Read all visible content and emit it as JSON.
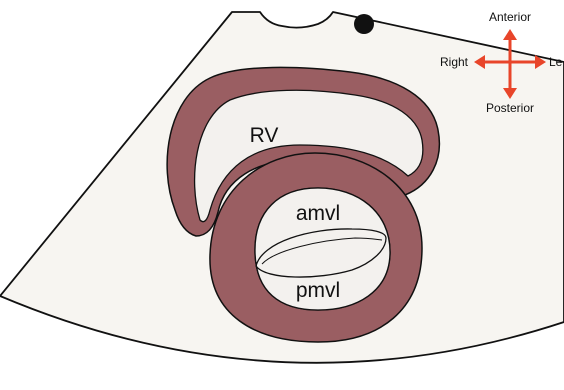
{
  "labels": {
    "rv": "RV",
    "amvl": "amvl",
    "pmvl": "pmvl"
  },
  "orientation": {
    "anterior": "Anterior",
    "posterior": "Posterior",
    "right": "Right",
    "left": "Le"
  },
  "colors": {
    "background": "#ffffff",
    "sector_fill": "#f7f5f1",
    "outline": "#111111",
    "myocardium": "#9a5e62",
    "cavity": "#f3f1ee",
    "arrow": "#e8452a",
    "marker": "#111111"
  }
}
